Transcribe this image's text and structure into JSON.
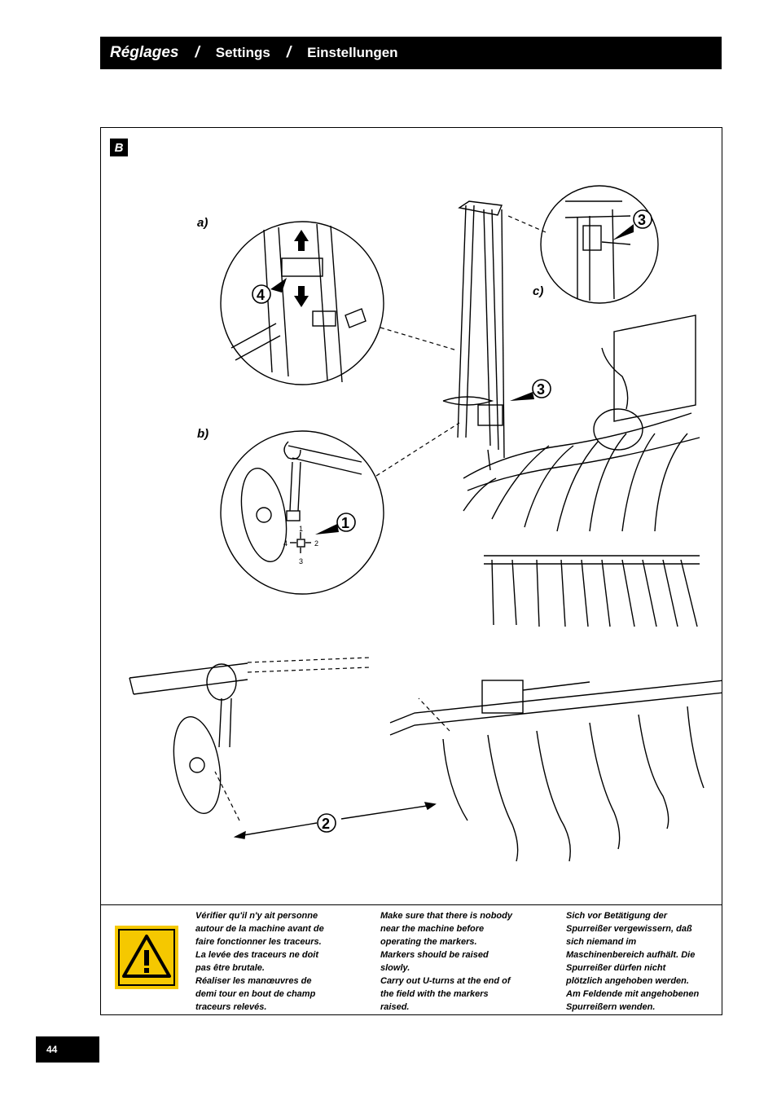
{
  "header": {
    "title_fr": "Réglages",
    "separator": "/",
    "title_en": "Settings",
    "title_de": "Einstellungen"
  },
  "section": {
    "label": "B"
  },
  "figure": {
    "callout_a": "a)",
    "callout_b": "b)",
    "callout_c": "c)",
    "markers": [
      "1",
      "2",
      "3",
      "3",
      "4"
    ],
    "dial": {
      "top": "1",
      "right": "2",
      "bottom": "3",
      "left": "4"
    }
  },
  "warning": {
    "icon": "warning-triangle-icon",
    "color": "#f5c800",
    "fr": [
      "Vérifier qu'il n'y ait personne",
      "autour de la machine avant de",
      "faire fonctionner les traceurs.",
      "La levée des traceurs ne doit",
      "pas être brutale.",
      "Réaliser les manœuvres de",
      "demi tour en bout de champ",
      "traceurs relevés."
    ],
    "en": [
      "Make sure that there is nobody",
      "near the machine before",
      "operating the markers.",
      "Markers should be raised",
      "slowly.",
      "Carry out U-turns at the end of",
      "the field with the markers",
      "raised."
    ],
    "de": [
      "Sich vor Betätigung der",
      "Spurreißer vergewissern, daß",
      "sich niemand im",
      "Maschinenbereich aufhält. Die",
      "Spurreißer dürfen nicht",
      "plötzlich angehoben werden.",
      "Am Feldende mit angehobenen",
      "Spurreißern wenden."
    ]
  },
  "page": {
    "number": "44"
  }
}
